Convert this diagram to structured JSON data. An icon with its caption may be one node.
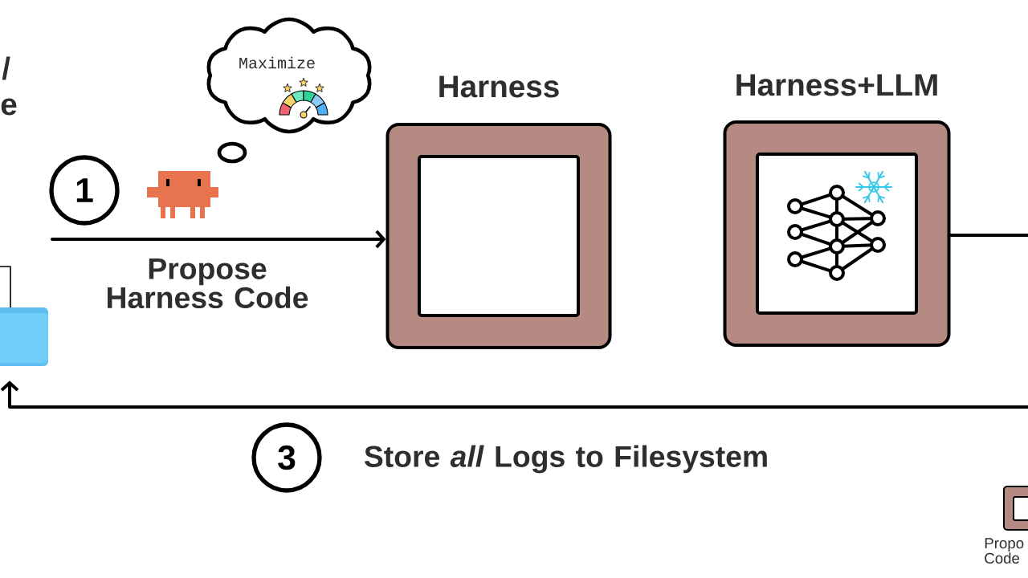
{
  "diagram": {
    "nodes": [
      {
        "text": [],
        "shape": "picture"
      },
      {
        "text": [
          "Harness"
        ]
      },
      {
        "text": [
          "Harness+LLM"
        ]
      },
      {
        "text": [
          "1"
        ]
      },
      {
        "text": [
          "3"
        ]
      },
      {
        "text": [
          "Maximize"
        ]
      },
      {
        "text": [
          "Propo Code"
        ]
      }
    ],
    "edges": [
      {
        "from": null,
        "to": 1,
        "arrow": "to",
        "label": "Propose Harness Code"
      },
      {
        "from": 2,
        "to": null,
        "arrow": "none"
      },
      {
        "from": null,
        "to": 0,
        "arrow": "to",
        "label": "Store *all* Logs to Filesystem"
      }
    ],
    "labels": [
      "/",
      "e"
    ]
  }
}
